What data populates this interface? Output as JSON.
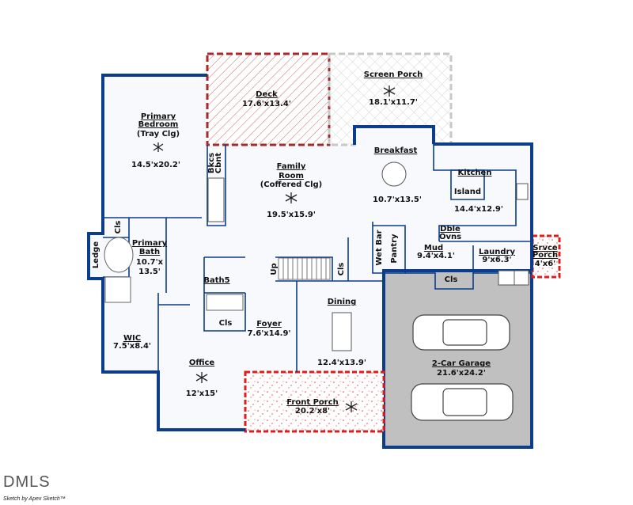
{
  "colors": {
    "wall": "#0b3d8c",
    "deck": "#a52a2a",
    "porch": "#e01b1b",
    "garage": "#c0c0c0",
    "floor": "#f7f9fc"
  },
  "rooms": {
    "deck": {
      "name": "Deck",
      "size": "17.6'x13.4'"
    },
    "screen_porch": {
      "name": "Screen Porch",
      "size": "18.1'x11.7'"
    },
    "primary_bedroom": {
      "name1": "Primary",
      "name2": "Bedroom",
      "note": "(Tray Clg)",
      "size": "14.5'x20.2'"
    },
    "bkcs": {
      "line1": "Bkcs",
      "line2": "Cbnt"
    },
    "family_room": {
      "name1": "Family",
      "name2": "Room",
      "note": "(Coffered Clg)",
      "size": "19.5'x15.9'"
    },
    "breakfast": {
      "name": "Breakfast",
      "size": "10.7'x13.5'"
    },
    "kitchen": {
      "name": "Kitchen",
      "island": "Island",
      "size": "14.4'x12.9'"
    },
    "wet_bar": {
      "name": "Wet Bar"
    },
    "pantry": {
      "name": "Pantry"
    },
    "dble_ovns": {
      "line1": "Dble",
      "line2": "Ovns"
    },
    "mud": {
      "name": "Mud",
      "size": "9.4'x4.1'"
    },
    "laundry": {
      "name": "Laundry",
      "size": "9'x6.3'"
    },
    "service_porch": {
      "name1": "Srvce",
      "name2": "Porch",
      "size": "4'x6'"
    },
    "primary_closet": {
      "name": "Cls"
    },
    "ledge": {
      "name": "Ledge"
    },
    "primary_bath": {
      "name1": "Primary",
      "name2": "Bath",
      "size1": "10.7'x",
      "size2": "13.5'"
    },
    "stairs": {
      "label": "Up"
    },
    "stair_closet": {
      "name": "Cls"
    },
    "bath5": {
      "name": "Bath5"
    },
    "bath5_closet": {
      "name": "Cls"
    },
    "mud_closet": {
      "name": "Cls"
    },
    "dining": {
      "name": "Dining",
      "size": "12.4'x13.9'"
    },
    "wic": {
      "name": "WIC",
      "size": "7.5'x8.4'"
    },
    "foyer": {
      "name": "Foyer",
      "size": "7.6'x14.9'"
    },
    "office": {
      "name": "Office",
      "size": "12'x15'"
    },
    "front_porch": {
      "name": "Front Porch",
      "size": "20.2'x8'"
    },
    "garage": {
      "name": "2-Car Garage",
      "size": "21.6'x24.2'"
    }
  },
  "footer": {
    "logo": "DMLS",
    "credit": "Sketch by Apex Sketch™"
  }
}
